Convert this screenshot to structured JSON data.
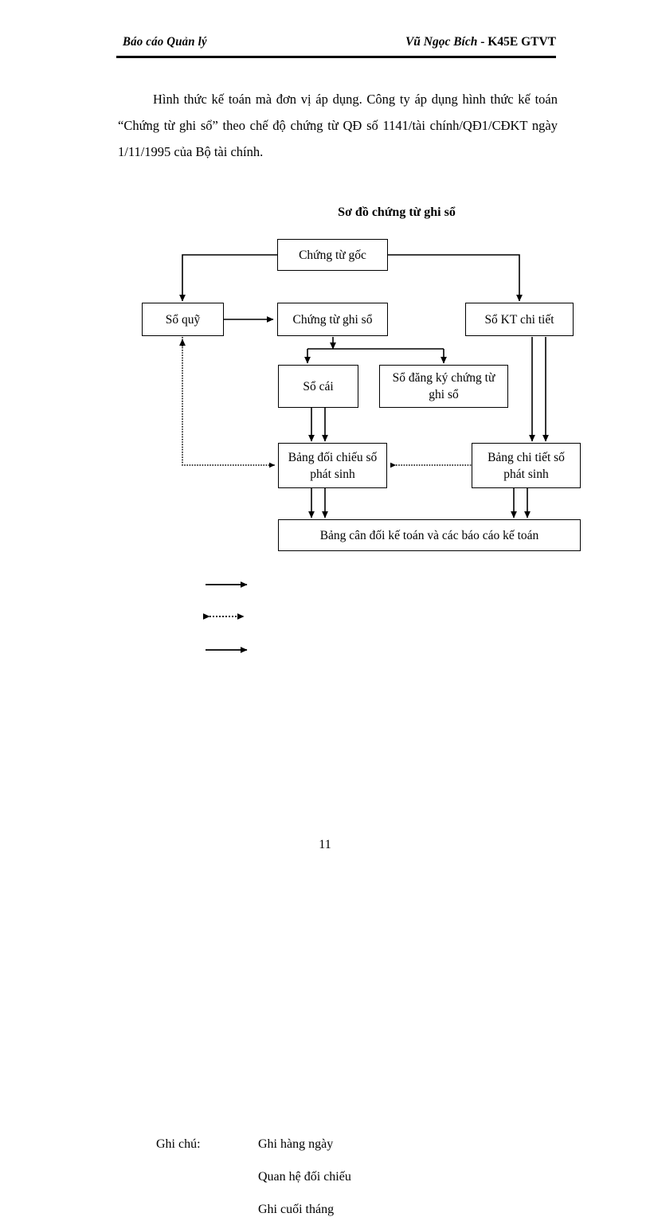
{
  "header": {
    "left": "Báo cáo Quản lý",
    "author": "Vũ Ngọc Bích",
    "separator": " - ",
    "code": "K45E GTVT"
  },
  "body": {
    "paragraph": "Hình thức kế toán mà đơn vị áp dụng. Công ty áp dụng hình thức kế toán “Chứng từ ghi sổ” theo chế độ chứng từ QĐ số 1141/tài chính/QĐ1/CĐKT ngày 1/11/1995 của Bộ tài chính."
  },
  "diagram": {
    "title": "Sơ đồ chứng từ ghi sổ",
    "nodes": [
      {
        "id": "chung-tu-goc",
        "label": "Chứng từ gốc"
      },
      {
        "id": "so-quy",
        "label": "Sổ quỹ"
      },
      {
        "id": "chung-tu-ghi-so",
        "label": "Chứng từ ghi sổ"
      },
      {
        "id": "so-kt-chi-tiet",
        "label": "Sổ KT chi tiết"
      },
      {
        "id": "so-cai",
        "label": "Sổ cái"
      },
      {
        "id": "so-dang-ky",
        "label": "Sổ đăng ký chứng từ ghi sổ"
      },
      {
        "id": "bang-doi-chieu",
        "label": "Bảng đối chiếu số phát sinh"
      },
      {
        "id": "bang-chi-tiet",
        "label": "Bảng chi tiết số phát sinh"
      },
      {
        "id": "bang-can-doi",
        "label": "Bảng cân đối kế toán và các báo cáo kế toán"
      }
    ]
  },
  "legend": {
    "label": "Ghi chú:",
    "items": [
      {
        "marker": "solid-arrow",
        "text": "Ghi hàng ngày"
      },
      {
        "marker": "dotted-double-arrow",
        "text": "Quan hệ đối chiếu"
      },
      {
        "marker": "solid-arrow",
        "text": "Ghi cuối tháng"
      }
    ]
  },
  "footer": {
    "page_number": "11"
  },
  "colors": {
    "ink": "#000000",
    "paper": "#ffffff"
  }
}
